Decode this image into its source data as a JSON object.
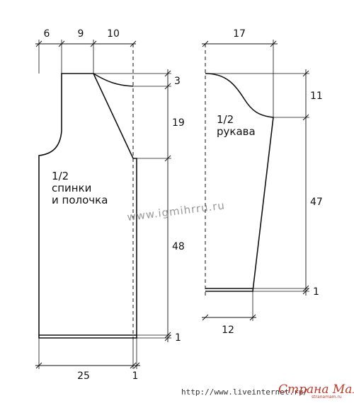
{
  "body_piece": {
    "label_line1": "1/2",
    "label_line2": "спинки",
    "label_line3": "и полочка",
    "dim_top_1": "6",
    "dim_top_2": "9",
    "dim_top_3": "10",
    "dim_right_1": "3",
    "dim_right_2": "19",
    "dim_right_3": "48",
    "dim_right_4": "1",
    "dim_bottom_1": "25",
    "dim_bottom_2": "1"
  },
  "sleeve_piece": {
    "label_line1": "1/2",
    "label_line2": "рукава",
    "dim_top": "17",
    "dim_right_1": "11",
    "dim_right_2": "47",
    "dim_right_3": "1",
    "dim_bottom": "12"
  },
  "watermark": "www.igmihrru.ru",
  "footer": {
    "url": "http://www.liveinternet.ru/",
    "brand": "Страна Мам",
    "brand_sub": "stranamam.ru"
  },
  "colors": {
    "line": "#111111",
    "watermark": "#9a9a9a",
    "brand": "#c0392b"
  }
}
